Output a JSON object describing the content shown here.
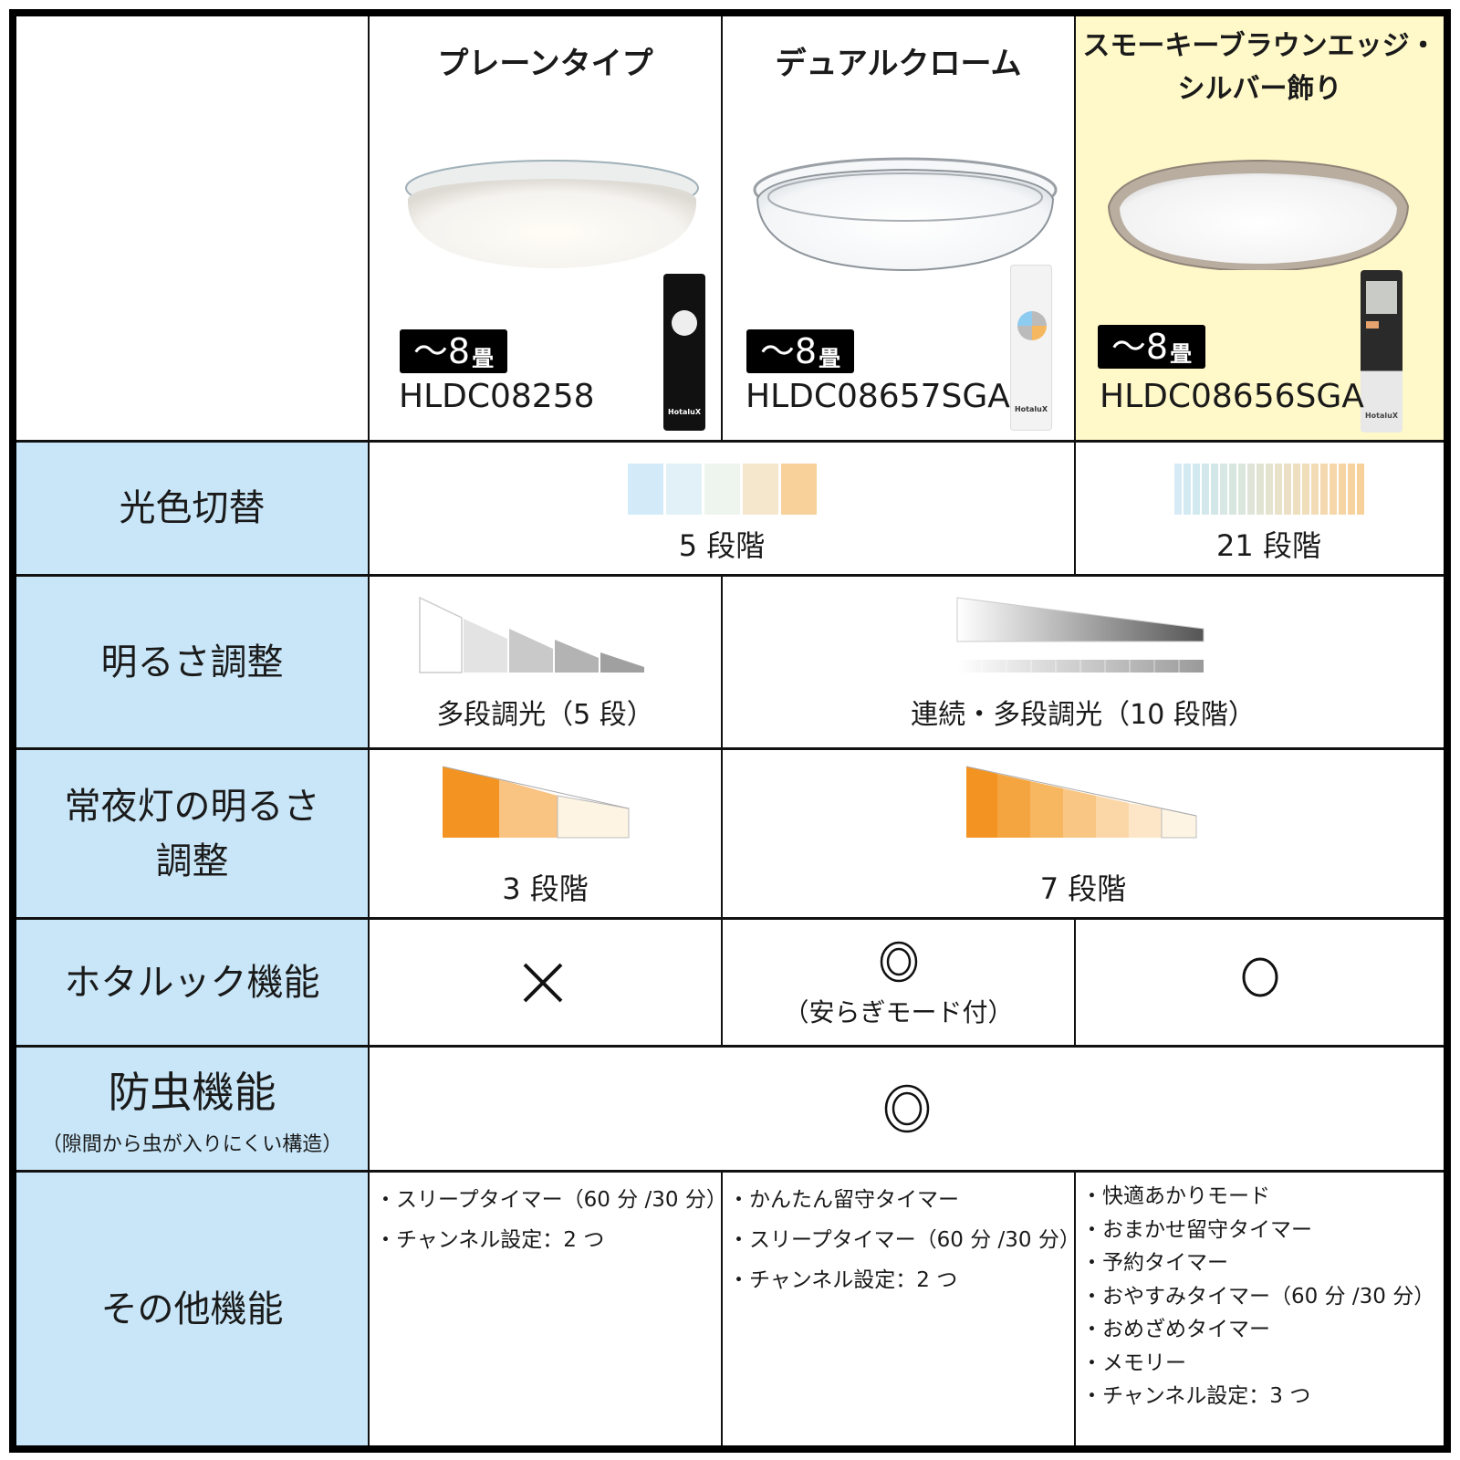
{
  "colors": {
    "label_bg": "#c8e6f8",
    "highlight_bg": "#fff8c8",
    "border": "#000000"
  },
  "products": [
    {
      "name": "プレーンタイプ",
      "size_badge": {
        "main": "〜8",
        "unit": "畳"
      },
      "model": "HLDC08258",
      "remote_brand": "HotaluX",
      "remote_color": "black",
      "highlighted": false
    },
    {
      "name": "デュアルクローム",
      "size_badge": {
        "main": "〜8",
        "unit": "畳"
      },
      "model": "HLDC08657SGA",
      "remote_brand": "HotaluX",
      "remote_color": "white",
      "highlighted": false
    },
    {
      "name_line1": "スモーキーブラウンエッジ・",
      "name_line2": "シルバー飾り",
      "size_badge": {
        "main": "〜8",
        "unit": "畳"
      },
      "model": "HLDC08656SGA",
      "remote_brand": "HotaluX",
      "remote_color": "black-gray",
      "highlighted": true
    }
  ],
  "rows": [
    {
      "label": "光色切替",
      "cells": [
        {
          "span": "products 1-2",
          "text": "5 段階",
          "swatch_colors": [
            "#d3ebf8",
            "#e2f1f7",
            "#eef5ef",
            "#f5e7cb",
            "#f8d19a"
          ]
        },
        {
          "span": "product 3",
          "text": "21 段階",
          "steps": 21
        }
      ]
    },
    {
      "label": "明るさ調整",
      "cells": [
        {
          "span": "product 1",
          "text": "多段調光（5 段）",
          "steps": 5
        },
        {
          "span": "products 2-3",
          "text": "連続・多段調光（10 段階）",
          "steps": 10
        }
      ]
    },
    {
      "label_line1": "常夜灯の明るさ",
      "label_line2": "調整",
      "cells": [
        {
          "span": "product 1",
          "text": "3 段階",
          "steps": 3
        },
        {
          "span": "products 2-3",
          "text": "7 段階",
          "steps": 7
        }
      ]
    },
    {
      "label": "ホタルック機能",
      "cells": [
        {
          "span": "product 1",
          "mark": "×"
        },
        {
          "span": "product 2",
          "mark": "◎",
          "note": "（安らぎモード付）"
        },
        {
          "span": "product 3",
          "mark": "○"
        }
      ]
    },
    {
      "label": "防虫機能",
      "sublabel": "（隙間から虫が入りにくい構造）",
      "cells": [
        {
          "span": "products 1-3",
          "mark": "◎"
        }
      ]
    },
    {
      "label": "その他機能",
      "cells": [
        {
          "span": "product 1",
          "items": [
            "・スリープタイマー（60 分 /30 分）",
            "・チャンネル設定：2 つ"
          ]
        },
        {
          "span": "product 2",
          "items": [
            "・かんたん留守タイマー",
            "・スリープタイマー（60 分 /30 分）",
            "・チャンネル設定：2 つ"
          ]
        },
        {
          "span": "product 3",
          "items": [
            "・快適あかりモード",
            "・おまかせ留守タイマー",
            "・予約タイマー",
            "・おやすみタイマー（60 分 /30 分）",
            "・おめざめタイマー",
            "・メモリー",
            "・チャンネル設定：3 つ"
          ]
        }
      ]
    }
  ]
}
